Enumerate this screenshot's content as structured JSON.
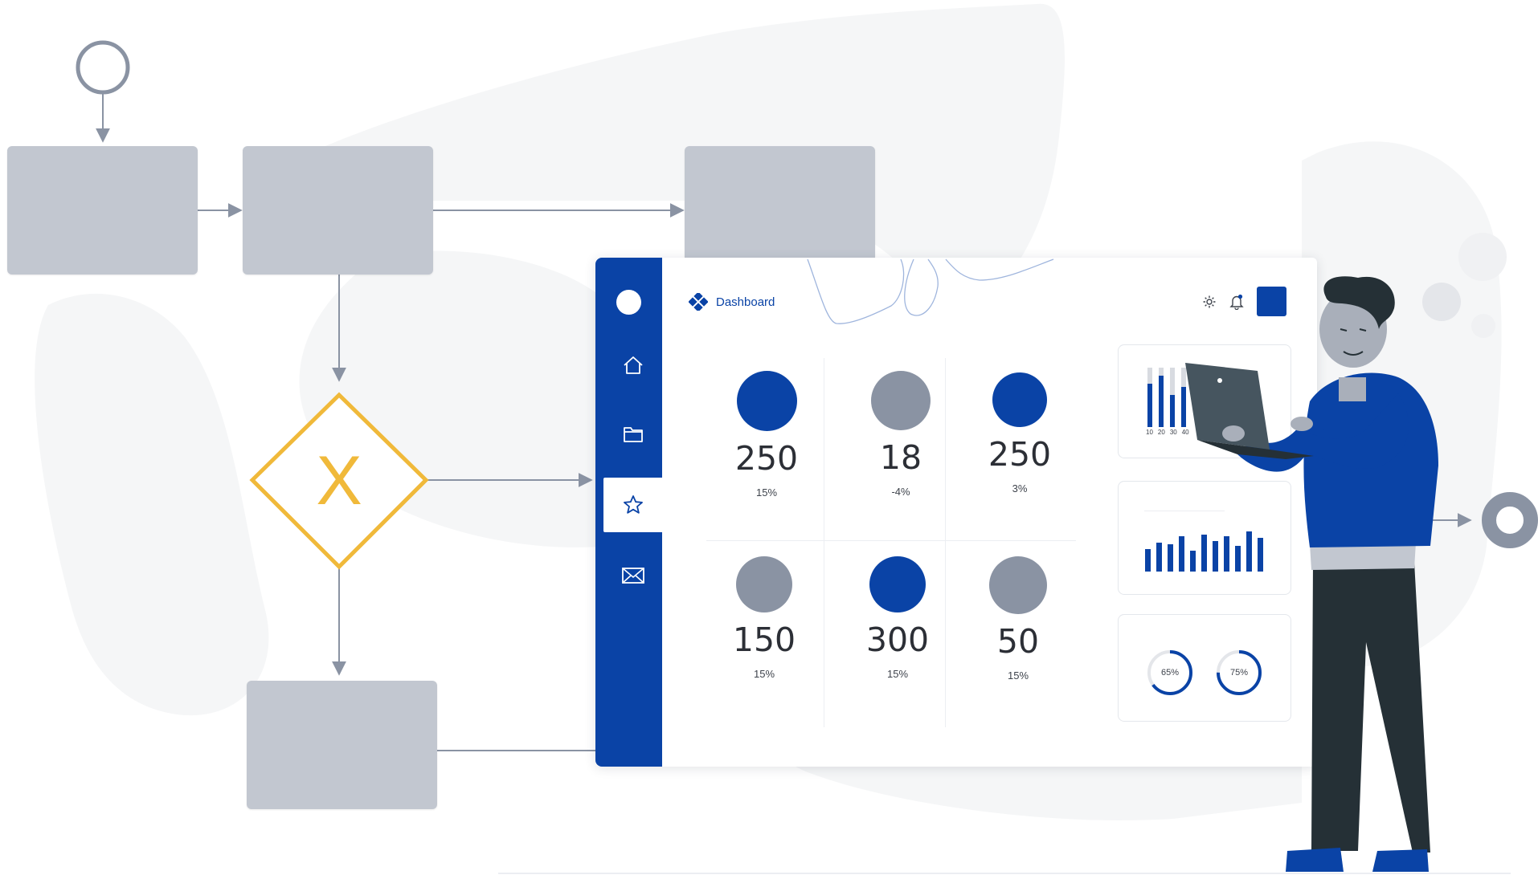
{
  "dashboard": {
    "brand_label": "Dashboard",
    "icons": [
      "logo-icon",
      "gear-icon",
      "bell-icon",
      "user-avatar"
    ],
    "sidebar": {
      "items": [
        {
          "icon": "home-icon",
          "active": false
        },
        {
          "icon": "folder-icon",
          "active": false
        },
        {
          "icon": "star-icon",
          "active": true
        },
        {
          "icon": "mail-icon",
          "active": false
        }
      ]
    },
    "stats": [
      {
        "value": "250",
        "change": "15%",
        "color": "#0a43a6"
      },
      {
        "value": "18",
        "change": "-4%",
        "color": "#8a93a3"
      },
      {
        "value": "250",
        "change": "3%",
        "color": "#0a43a6"
      },
      {
        "value": "150",
        "change": "15%",
        "color": "#8a93a3"
      },
      {
        "value": "300",
        "change": "15%",
        "color": "#0a43a6"
      },
      {
        "value": "50",
        "change": "15%",
        "color": "#8a93a3"
      }
    ],
    "bar_card": {
      "ticks": [
        "10",
        "20",
        "30",
        "40"
      ]
    },
    "rings": [
      {
        "label": "65%",
        "value": 0.65
      },
      {
        "label": "75%",
        "value": 0.75
      }
    ]
  },
  "diagram": {
    "gateway_label": "X"
  },
  "colors": {
    "accent": "#0a43a6",
    "gray": "#8a93a3",
    "box": "#c2c7d0",
    "gateway": "#f0b93a",
    "connector": "#8a93a3"
  }
}
